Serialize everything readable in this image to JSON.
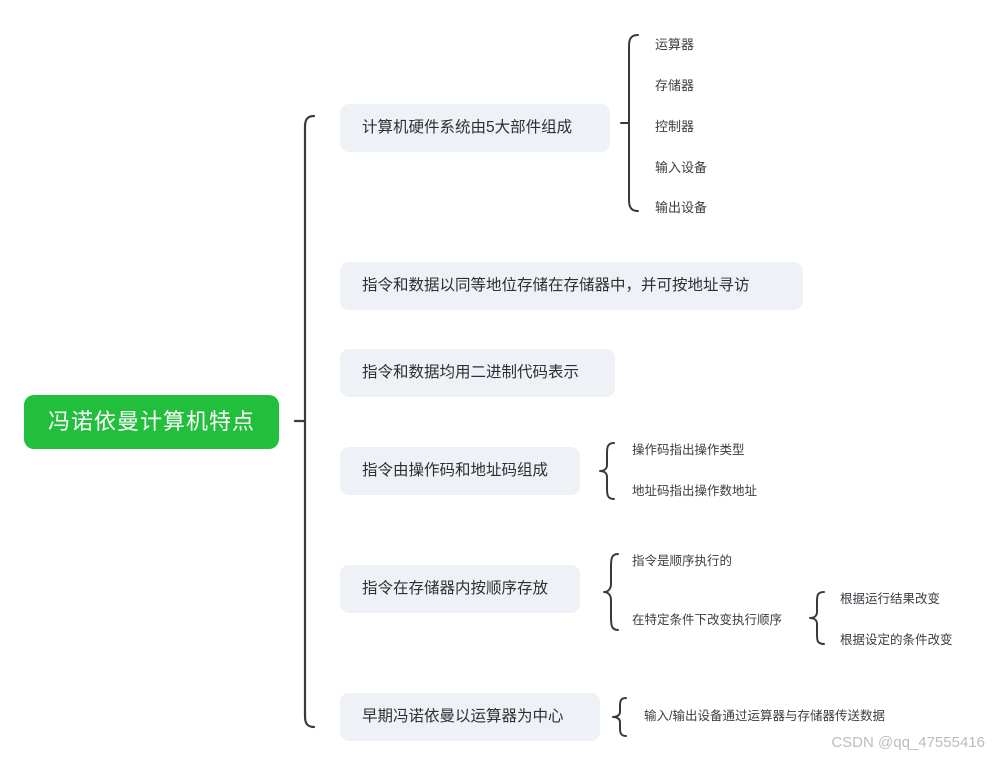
{
  "meta": {
    "title": "冯诺依曼计算机特点",
    "watermark": "CSDN @qq_47555416"
  },
  "colors": {
    "root_bg": "#21bf3b",
    "root_text": "#ffffff",
    "node_bg": "#eef1f5",
    "node_text": "#2d2f33",
    "leaf_text": "#3a3d42",
    "bracket": "#3a3a3a",
    "canvas_bg": "#ffffff",
    "watermark": "#b9bcc2"
  },
  "root": {
    "label": "冯诺依曼计算机特点"
  },
  "branches": [
    {
      "label": "计算机硬件系统由5大部件组成",
      "children": [
        {
          "label": "运算器"
        },
        {
          "label": "存储器"
        },
        {
          "label": "控制器"
        },
        {
          "label": "输入设备"
        },
        {
          "label": "输出设备"
        }
      ]
    },
    {
      "label": "指令和数据以同等地位存储在存储器中，并可按地址寻访",
      "children": []
    },
    {
      "label": "指令和数据均用二进制代码表示",
      "children": []
    },
    {
      "label": "指令由操作码和地址码组成",
      "children": [
        {
          "label": "操作码指出操作类型"
        },
        {
          "label": "地址码指出操作数地址"
        }
      ]
    },
    {
      "label": "指令在存储器内按顺序存放",
      "children": [
        {
          "label": "指令是顺序执行的"
        },
        {
          "label": "在特定条件下改变执行顺序",
          "children": [
            {
              "label": "根据运行结果改变"
            },
            {
              "label": "根据设定的条件改变"
            }
          ]
        }
      ]
    },
    {
      "label": "早期冯诺依曼以运算器为中心",
      "children": [
        {
          "label": "输入/输出设备通过运算器与存储器传送数据"
        }
      ]
    }
  ]
}
